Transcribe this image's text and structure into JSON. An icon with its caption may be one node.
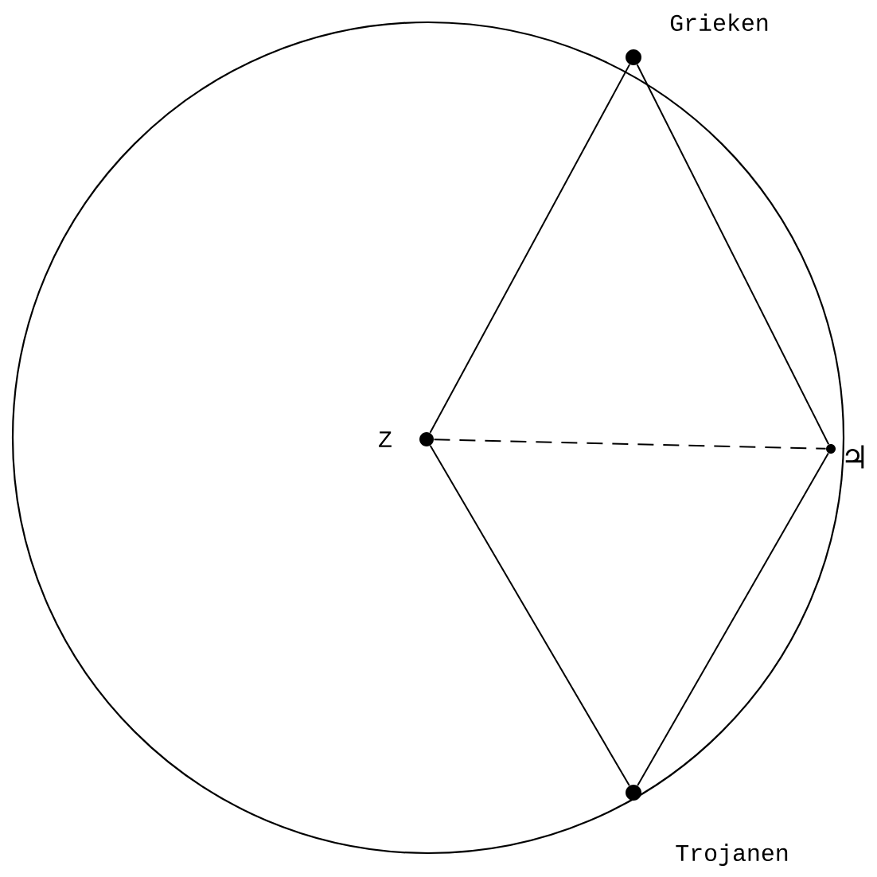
{
  "diagram": {
    "nodes": [
      {
        "text": [],
        "shape": "circle",
        "beside": [
          "Grieken"
        ]
      },
      {
        "text": [],
        "shape": "circle",
        "beside": [
          "Z"
        ]
      },
      {
        "text": [],
        "shape": "circle",
        "beside": [
          "♃"
        ]
      },
      {
        "text": [],
        "shape": "circle",
        "beside": [
          "Trojanen"
        ]
      }
    ],
    "edges": [
      {
        "from": 1,
        "to": 0,
        "arrow": "none"
      },
      {
        "from": 0,
        "to": 2,
        "arrow": "none"
      },
      {
        "from": 1,
        "to": 2,
        "arrow": "none",
        "style": "dashed"
      },
      {
        "from": 1,
        "to": 3,
        "arrow": "none"
      },
      {
        "from": 3,
        "to": 2,
        "arrow": "none"
      }
    ]
  }
}
